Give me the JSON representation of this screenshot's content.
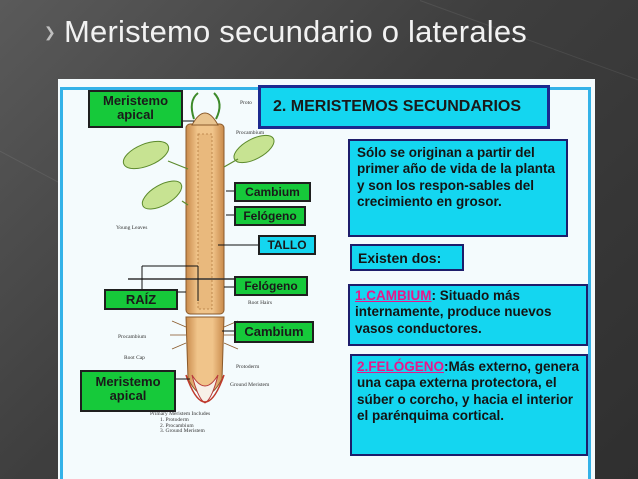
{
  "slide": {
    "title": "Meristemo secundario o laterales"
  },
  "diagram": {
    "labels": {
      "meristemo_apical_top": "Meristemo apical",
      "cambium_top": "Cambium",
      "felogeno_top": "Felógeno",
      "tallo": "TALLO",
      "raiz": "RAÍZ",
      "felogeno_bottom": "Felógeno",
      "cambium_bottom": "Cambium",
      "meristemo_apical_bottom": "Meristemo apical"
    },
    "small_labels": {
      "protoderm_top": "Proto",
      "procambium_top": "Procambium",
      "young_leaves": "Young Leaves",
      "root_hairs": "Root Hairs",
      "procambium_bottom": "Procambium",
      "root_cap": "Root Cap",
      "protoderm_bottom": "Protoderm",
      "ground_meristem": "Ground Meristem",
      "legend_title": "Primary Meristem Includes",
      "legend_items": [
        "1. Protoderm",
        "2. Procambium",
        "3. Ground Meristem"
      ]
    }
  },
  "content": {
    "section_title": "2. MERISTEMOS SECUNDARIOS",
    "intro_text": "Sólo se originan a partir del primer año de vida de la planta y son los respon-sables del crecimiento en grosor.",
    "existen_dos": "Existen dos:",
    "cambium_term": "1.CAMBIUM",
    "cambium_text": ": Situado más internamente, produce nuevos vasos conductores.",
    "felogeno_term": "2.FELÓGENO",
    "felogeno_text": ":Más externo, genera una capa externa protectora, el súber o corcho, y hacia el interior el parénquima cortical."
  },
  "colors": {
    "background": "#3e3e3e",
    "title_text": "#f2f2f2",
    "figure_border": "#33b2e8",
    "green_label": "#16c93a",
    "cyan_box": "#14d6f0",
    "term_pink": "#e8178b"
  }
}
